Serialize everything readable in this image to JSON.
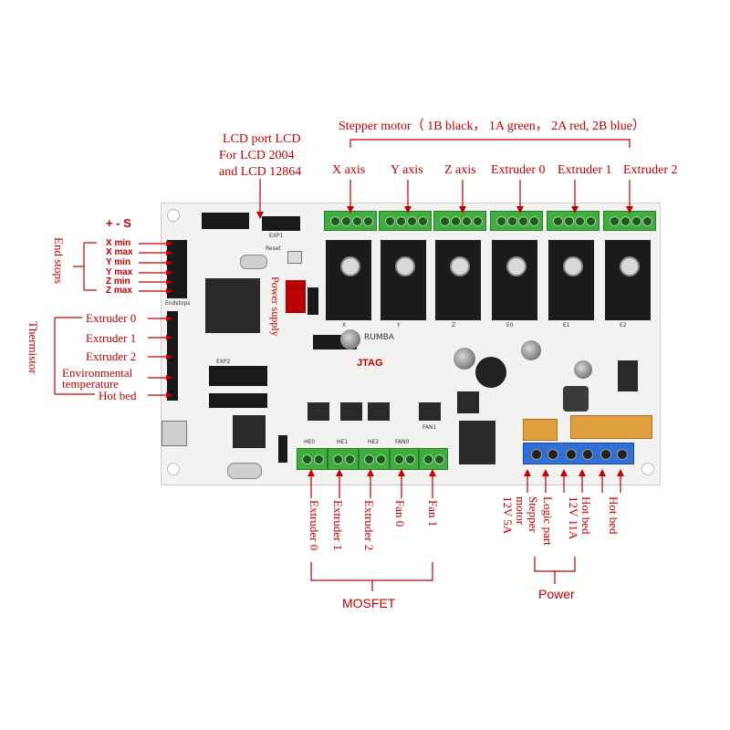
{
  "top": {
    "lcd_port": "LCD  port  LCD",
    "lcd_for": "For LCD 2004",
    "lcd_and": "and LCD 12864",
    "stepper_motor": "Stepper motor（ 1B black， 1A green， 2A red, 2B blue）",
    "axes": [
      "X  axis",
      "Y  axis",
      "Z  axis",
      "Extruder 0",
      "Extruder 1",
      "Extruder 2"
    ]
  },
  "left": {
    "polarity": "+  -  S",
    "end_stops_group": "End stops",
    "endstop_labels": [
      "X min",
      "X max",
      "Y min",
      "Y max",
      "Z min",
      "Z max"
    ],
    "thermistor_group": "Thermistor",
    "thermistor_labels": [
      "Extruder 0",
      "Extruder 1",
      "Extruder 2",
      "Environmental",
      "temperature",
      "Hot bed"
    ]
  },
  "board": {
    "power_supply_label": "Power supply",
    "jtag_label": "JTAG",
    "rumba_label": "RUMBA",
    "endstops_silk": "Endstops",
    "exp1_silk": "EXP1",
    "exp2_silk": "EXP2",
    "reset_silk": "Reset",
    "mosfet_silk": [
      "HE0",
      "HE1",
      "HE2",
      "FAN0",
      "FAN1"
    ],
    "driver_silk": [
      "X",
      "Y",
      "Z",
      "E0",
      "E1",
      "E2"
    ]
  },
  "bottom": {
    "mosfet_outputs": [
      "Extruder 0",
      "Extruder 1",
      "Extruder 2",
      "Fan 0",
      "Fan 1"
    ],
    "mosfet_group": "MOSFET",
    "power_lines": [
      [
        "12V 5A",
        "Stepper",
        "motor"
      ],
      [
        "Logic part"
      ],
      [
        "Hot bed",
        "12V 11A"
      ],
      [
        "Hot bed"
      ]
    ],
    "power_group": "Power"
  },
  "colors": {
    "annotation": "#c00000",
    "terminal_green": "#3fae3f",
    "terminal_blue": "#2f6fd6",
    "board": "#f2f2f0"
  }
}
